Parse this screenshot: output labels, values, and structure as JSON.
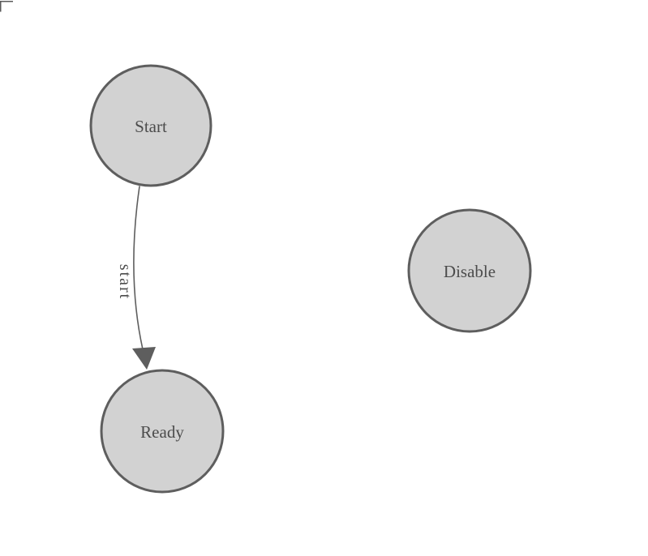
{
  "diagram": {
    "type": "state-diagram",
    "background": "#ffffff",
    "colors": {
      "node_fill": "#d2d2d2",
      "node_stroke": "#5e5e5e",
      "edge": "#5e5e5e",
      "text": "#4c4c4c",
      "corner_mark": "#5a5a5a"
    },
    "nodes": [
      {
        "id": "start",
        "label": "Start"
      },
      {
        "id": "ready",
        "label": "Ready"
      },
      {
        "id": "disable",
        "label": "Disable"
      }
    ],
    "edges": [
      {
        "from": "Start",
        "to": "Ready",
        "label": "start"
      }
    ],
    "icons": {
      "arrowhead": "filled-triangle-down",
      "corner_mark": "top-left-L-bracket"
    }
  }
}
